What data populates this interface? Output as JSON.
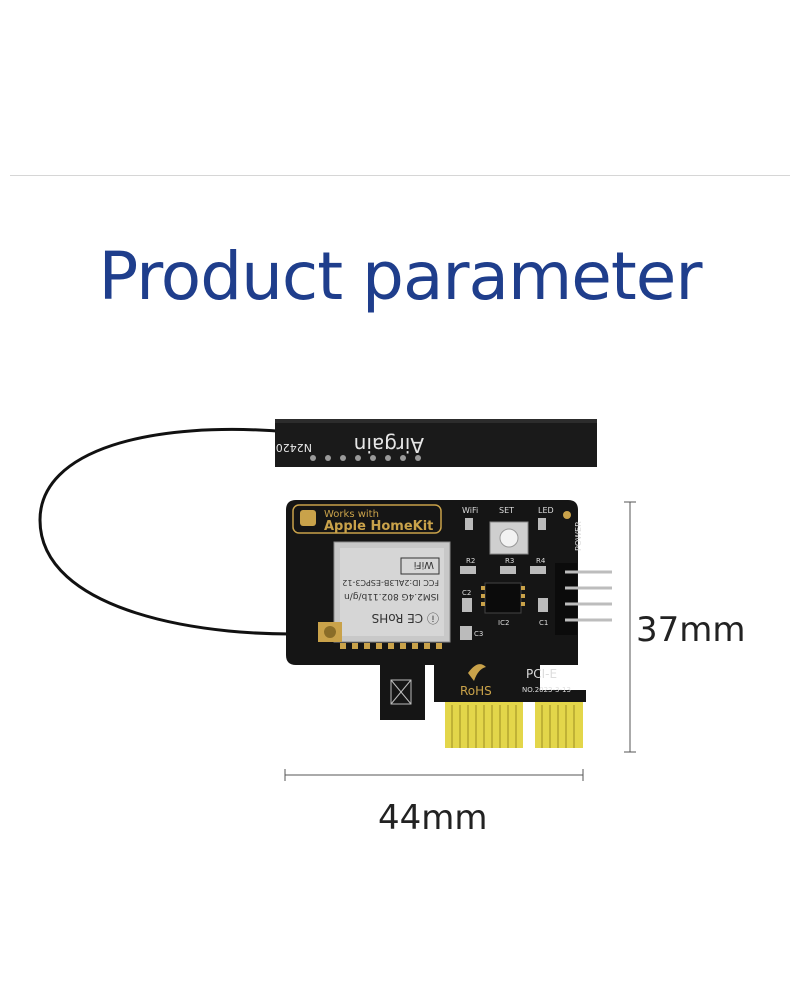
{
  "page": {
    "title": "Product parameter"
  },
  "dimensions": {
    "height_label": "37mm",
    "width_label": "44mm"
  },
  "antenna": {
    "brand": "Airgain",
    "model": "N2420"
  },
  "board": {
    "badge_line1": "Works with",
    "badge_line2": "Apple HomeKit",
    "module_cert": "ⓘ CE RoHS",
    "module_spec": "ISM2.4G 802.11b/g/n",
    "module_fcc": "FCC ID:2AL3B-ESPC3-12",
    "wifi_mark": "WiFi",
    "wifi_led_label": "WiFi",
    "set_label": "SET",
    "led_label": "LED",
    "power_label": "POWER",
    "r2": "R2",
    "r3": "R3",
    "r4": "R4",
    "c1": "C1",
    "c2": "C2",
    "c3": "C3",
    "ic2": "IC2",
    "rohs": "RoHS",
    "pcie": "PCI-E",
    "serial": "NO.2023-3-13"
  },
  "colors": {
    "title": "#1f3e8c",
    "pcb": "#151515",
    "gold": "#c9a24a",
    "contacts": "#e3d64a"
  }
}
